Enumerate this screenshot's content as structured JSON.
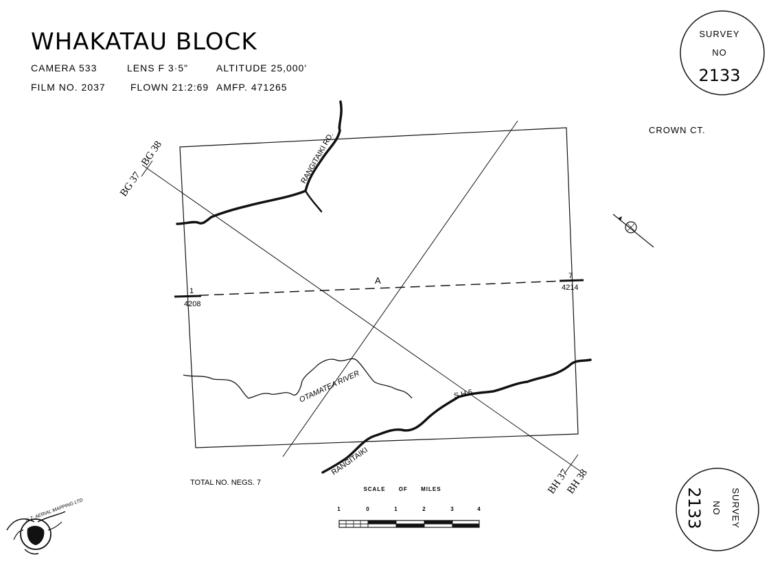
{
  "title": "WHAKATAU BLOCK",
  "info": {
    "camera": "CAMERA 533",
    "lens": "LENS F 3·5\"",
    "altitude": "ALTITUDE 25,000'",
    "film": "FILM NO. 2037",
    "flown": "FLOWN 21:2:69",
    "amfp": "AMFP. 471265"
  },
  "survey_stamp": {
    "line1": "SURVEY",
    "line2": "NO",
    "number": "2133"
  },
  "crown": "CROWN CT.",
  "sheet_labels": {
    "nw_left": "BG 37",
    "nw_right": "BG 38",
    "se_left": "BH 37",
    "se_right": "BH 38"
  },
  "road_labels": {
    "rangitaiki_rd": "RANGITAIKI RD.",
    "sh5": "S.H.5.",
    "rangitaiki": "RANGITAIKI"
  },
  "river_label": "OTAMATEA RIVER",
  "flight_line": {
    "name": "A",
    "start_frame": "1",
    "start_neg": "4208",
    "end_frame": "7",
    "end_neg": "4214"
  },
  "total_negs": "TOTAL NO. NEGS. 7",
  "scale": {
    "title": "SCALE OF MILES",
    "ticks": [
      "1",
      "0",
      "1",
      "2",
      "3",
      "4"
    ]
  },
  "logo_text": "N.Z. AERIAL MAPPING LTD",
  "colors": {
    "ink": "#111111",
    "paper": "#ffffff"
  }
}
